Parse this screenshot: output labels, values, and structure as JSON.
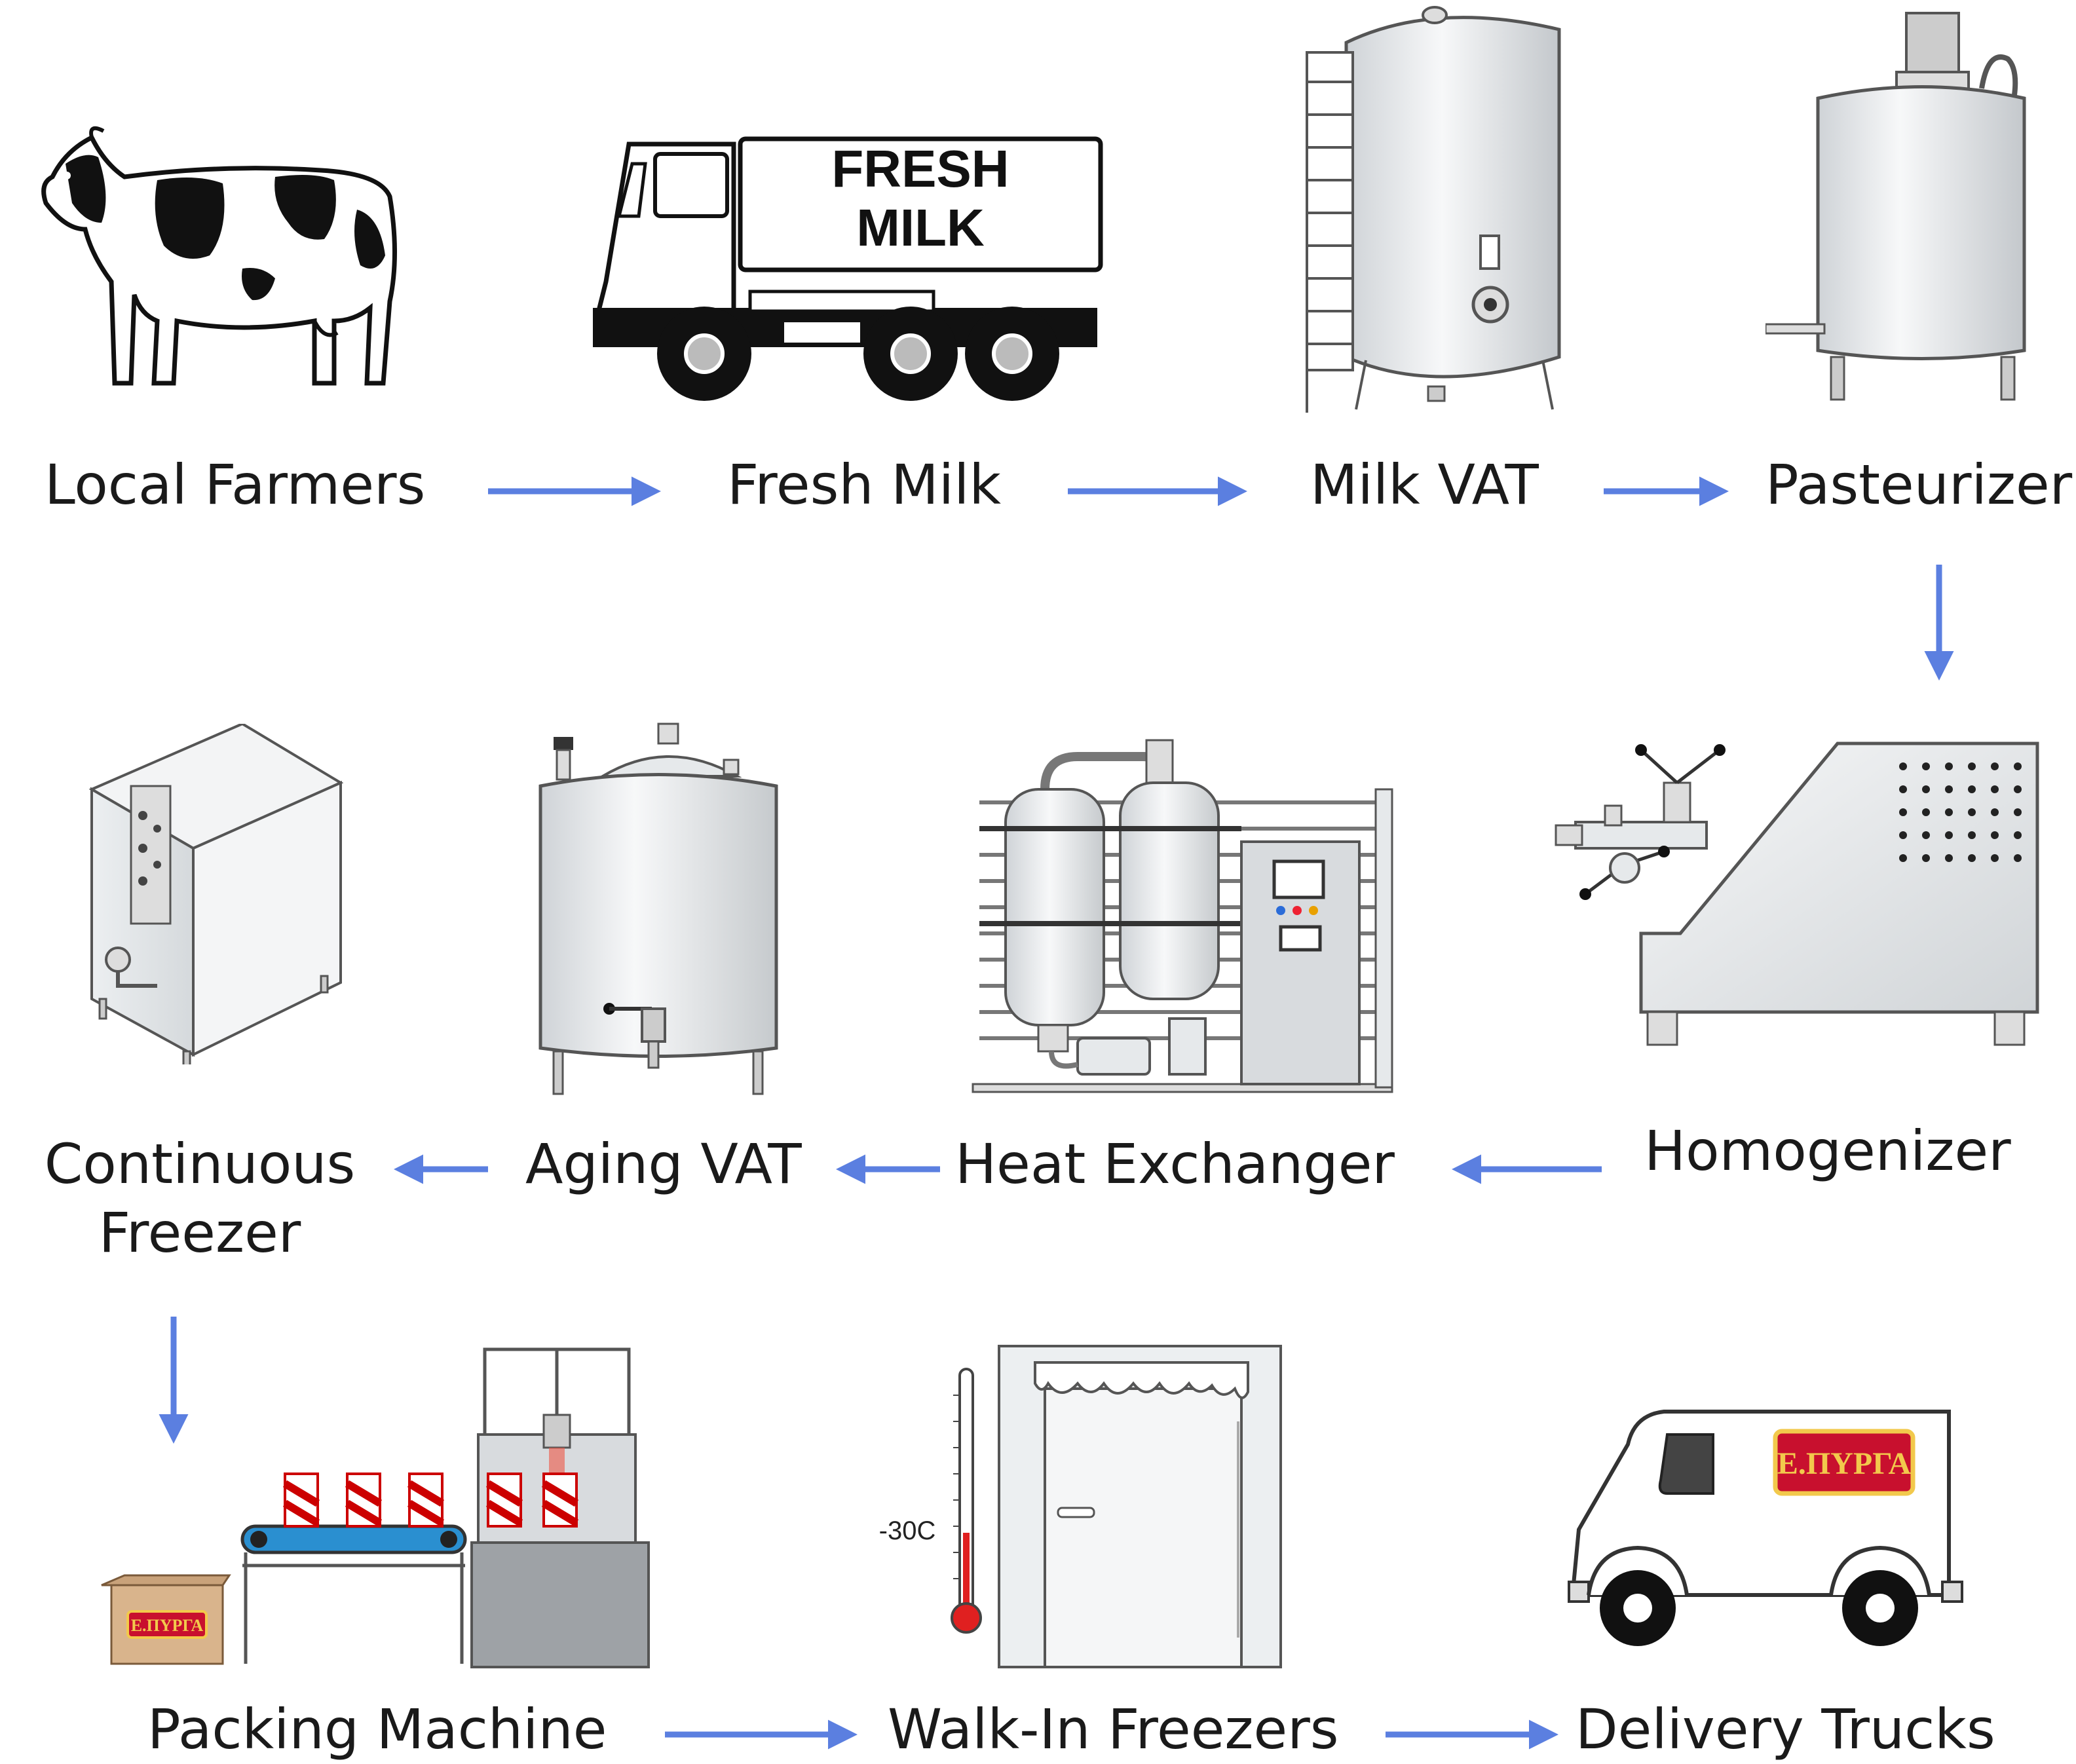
{
  "colors": {
    "arrow": "#5b7fe0",
    "metal": "#e8ebee",
    "outline": "#555a60",
    "logo_red": "#c8102e",
    "logo_gold": "#f2c94c"
  },
  "steps": [
    {
      "label": "Local Farmers",
      "icon": "cow-icon"
    },
    {
      "label": "Fresh Milk",
      "icon": "milk-truck-icon",
      "truck_text": [
        "FRESH",
        "MILK"
      ]
    },
    {
      "label": "Milk VAT",
      "icon": "milk-vat-icon"
    },
    {
      "label": "Pasteurizer",
      "icon": "pasteurizer-icon"
    },
    {
      "label": "Homogenizer",
      "icon": "homogenizer-icon"
    },
    {
      "label": "Heat Exchanger",
      "icon": "heat-exchanger-icon"
    },
    {
      "label": "Aging VAT",
      "icon": "aging-vat-icon"
    },
    {
      "label": "Continuous Freezer",
      "icon": "continuous-freezer-icon"
    },
    {
      "label": "Packing Machine",
      "icon": "packing-machine-icon"
    },
    {
      "label": "Walk-In Freezers",
      "icon": "walk-in-freezer-icon",
      "thermometer_text": "-30C"
    },
    {
      "label": "Delivery Trucks",
      "icon": "delivery-truck-icon"
    }
  ],
  "brand_logo_text": "E.ΠΥΡΓΑ"
}
